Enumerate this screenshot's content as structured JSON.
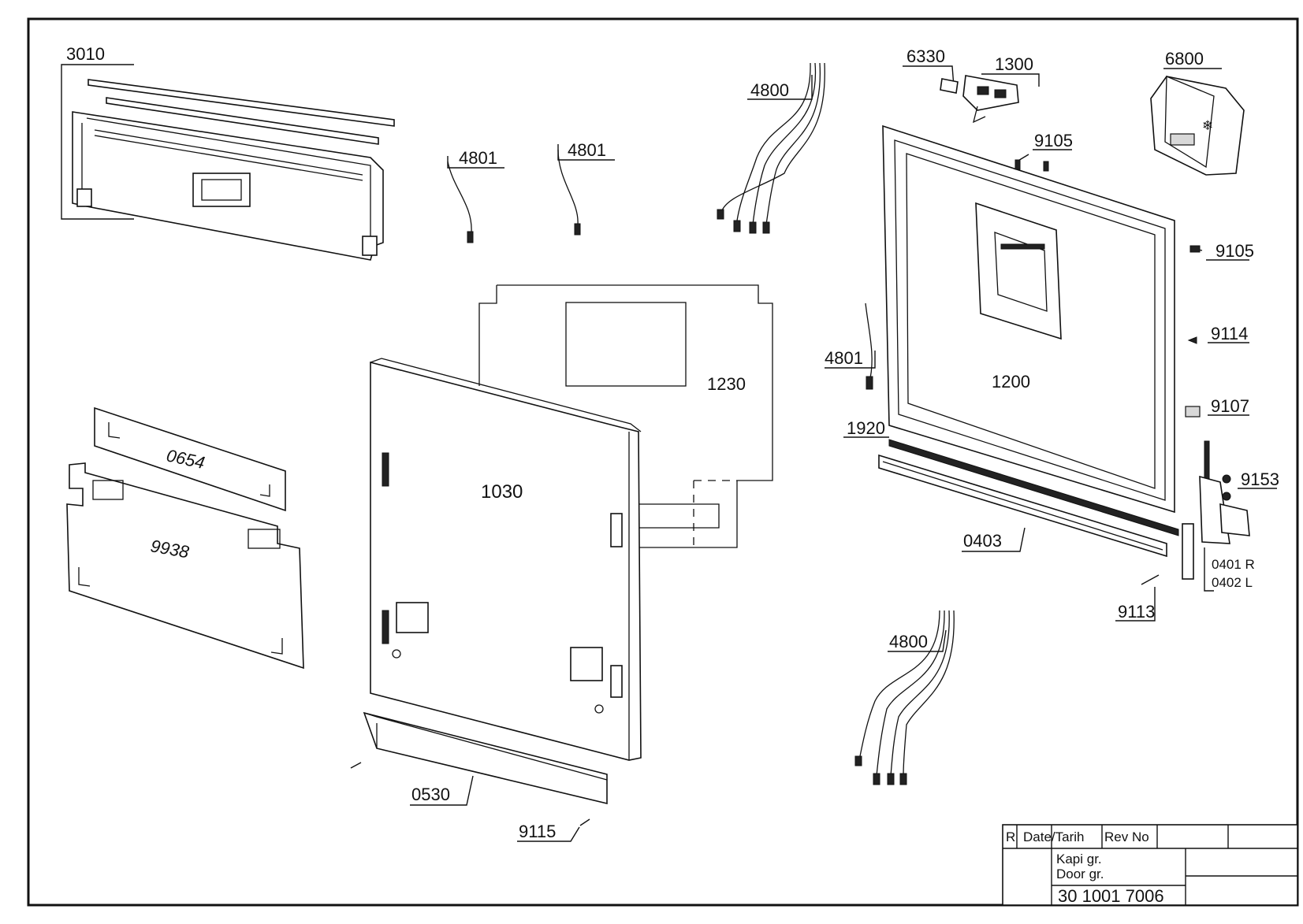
{
  "drawing": {
    "part_labels": {
      "p3010": "3010",
      "p4801_a": "4801",
      "p4801_b": "4801",
      "p4801_c": "4801",
      "p4800_a": "4800",
      "p4800_b": "4800",
      "p6330": "6330",
      "p1300": "1300",
      "p6800": "6800",
      "p9105_a": "9105",
      "p9105_b": "9105",
      "p9114": "9114",
      "p9107": "9107",
      "p9153": "9153",
      "p1200": "1200",
      "p1230": "1230",
      "p1030": "1030",
      "p0654": "0654",
      "p9938": "9938",
      "p1920": "1920",
      "p0403": "0403",
      "p0401": "0401 R",
      "p0402": "0402 L",
      "p9113": "9113",
      "p0530": "0530",
      "p9115": "9115"
    },
    "title_block": {
      "rev_col": "R",
      "date_col": "Date/Tarih",
      "revno_col": "Rev No",
      "title_tr": "Kapi gr.",
      "title_en": "Door gr.",
      "drawing_number": "30 1001 7006"
    }
  }
}
